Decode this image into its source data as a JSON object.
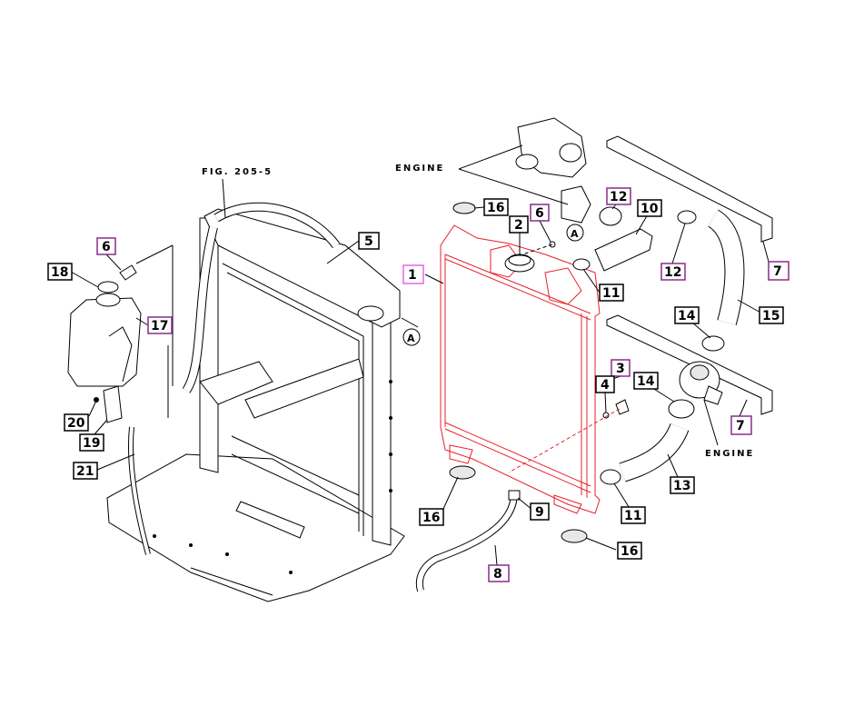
{
  "texts": {
    "fig_ref": "FIG. 205-5",
    "engine_top": "ENGINE",
    "engine_bottom": "ENGINE",
    "circle_a": "A"
  },
  "callouts": [
    {
      "id": "c1",
      "text": "1",
      "style": "magenta"
    },
    {
      "id": "c2",
      "text": "2",
      "style": "black"
    },
    {
      "id": "c3",
      "text": "3",
      "style": "purple"
    },
    {
      "id": "c4",
      "text": "4",
      "style": "black"
    },
    {
      "id": "c5",
      "text": "5",
      "style": "black"
    },
    {
      "id": "c6a",
      "text": "6",
      "style": "purple"
    },
    {
      "id": "c6b",
      "text": "6",
      "style": "purple"
    },
    {
      "id": "c7a",
      "text": "7",
      "style": "purple"
    },
    {
      "id": "c7b",
      "text": "7",
      "style": "purple"
    },
    {
      "id": "c8",
      "text": "8",
      "style": "purple"
    },
    {
      "id": "c9",
      "text": "9",
      "style": "black"
    },
    {
      "id": "c10",
      "text": "10",
      "style": "black"
    },
    {
      "id": "c11a",
      "text": "11",
      "style": "black"
    },
    {
      "id": "c11b",
      "text": "11",
      "style": "black"
    },
    {
      "id": "c12a",
      "text": "12",
      "style": "purple"
    },
    {
      "id": "c12b",
      "text": "12",
      "style": "purple"
    },
    {
      "id": "c13",
      "text": "13",
      "style": "black"
    },
    {
      "id": "c14a",
      "text": "14",
      "style": "black"
    },
    {
      "id": "c14b",
      "text": "14",
      "style": "black"
    },
    {
      "id": "c15",
      "text": "15",
      "style": "black"
    },
    {
      "id": "c16a",
      "text": "16",
      "style": "black"
    },
    {
      "id": "c16b",
      "text": "16",
      "style": "black"
    },
    {
      "id": "c16c",
      "text": "16",
      "style": "black"
    },
    {
      "id": "c17",
      "text": "17",
      "style": "purple"
    },
    {
      "id": "c18",
      "text": "18",
      "style": "black"
    },
    {
      "id": "c19",
      "text": "19",
      "style": "black"
    },
    {
      "id": "c20",
      "text": "20",
      "style": "black"
    },
    {
      "id": "c21",
      "text": "21",
      "style": "black"
    }
  ],
  "colors": {
    "highlight": "#e8202a",
    "purple_box": "#8a2b8a",
    "magenta_box": "#e040e0"
  }
}
